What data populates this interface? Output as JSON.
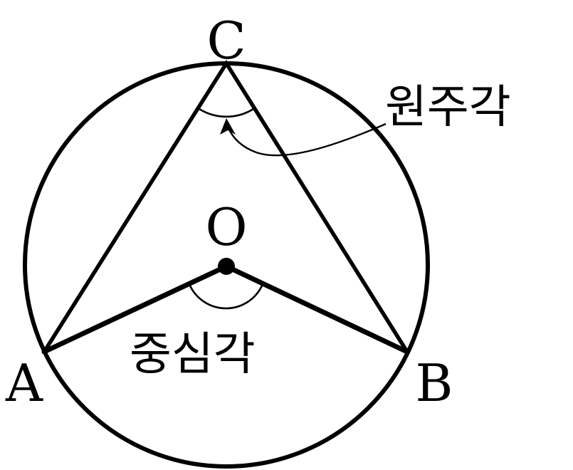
{
  "points": {
    "a": "A",
    "b": "B",
    "c": "C",
    "o": "O"
  },
  "labels": {
    "inscribed_angle": "원주각",
    "central_angle": "중심각"
  },
  "colors": {
    "stroke": "#000000",
    "background": "#ffffff"
  }
}
